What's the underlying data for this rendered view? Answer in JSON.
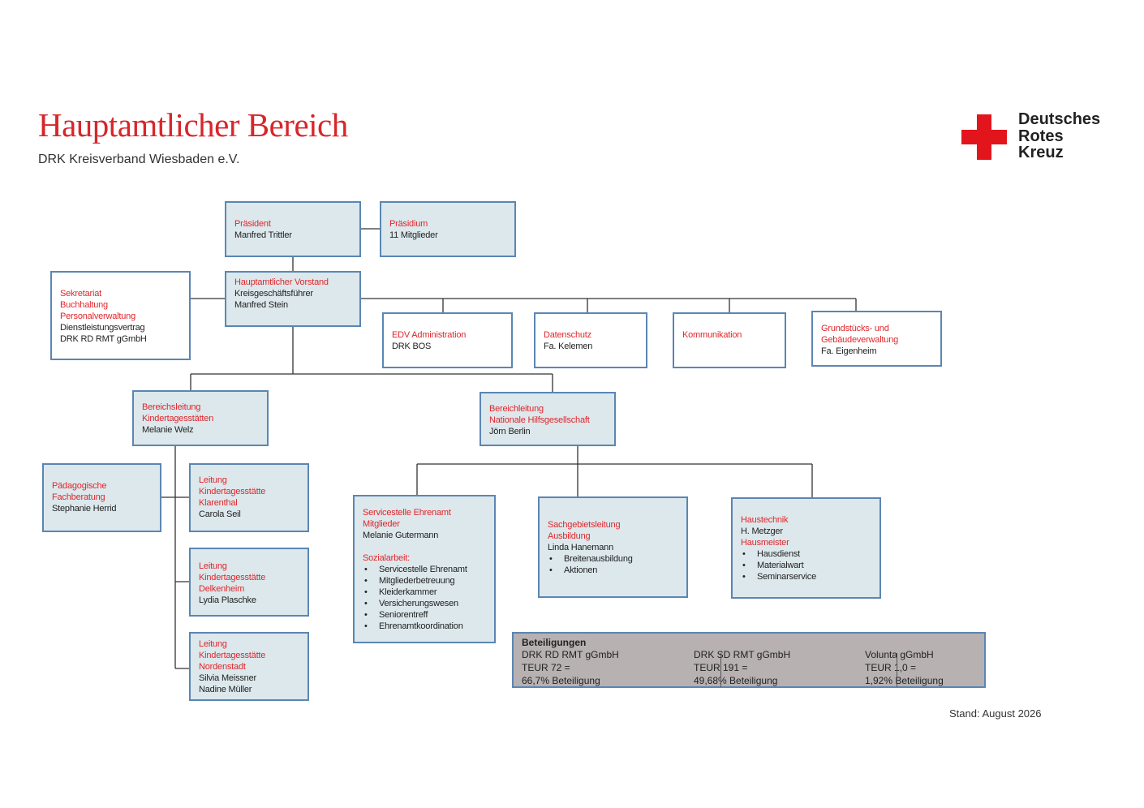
{
  "header": {
    "title": "Hauptamtlicher Bereich",
    "subtitle": "DRK Kreisverband Wiesbaden e.V."
  },
  "logo": {
    "line1": "Deutsches",
    "line2": "Rotes",
    "line3": "Kreuz",
    "color": "#e3151c"
  },
  "colors": {
    "box_fill": "#dce8ec",
    "box_border": "#5b86b3",
    "label_red": "#e0262b",
    "beteiligungen_fill": "#b7b1b1"
  },
  "boxes": {
    "praesident": {
      "role": "Präsident",
      "name": "Manfred Trittler"
    },
    "praesidium": {
      "role": "Präsidium",
      "name": "11 Mitglieder"
    },
    "vorstand": {
      "role": "Hauptamtlicher Vorstand",
      "line1": "Kreisgeschäftsführer",
      "line2": "Manfred Stein"
    },
    "sekretariat": {
      "role1": "Sekretariat",
      "role2": "Buchhaltung",
      "role3": "Personalverwaltung",
      "line1": "Dienstleistungsvertrag",
      "line2": "DRK RD RMT gGmbH"
    },
    "edv": {
      "role": "EDV Administration",
      "name": "DRK BOS"
    },
    "datenschutz": {
      "role": "Datenschutz",
      "name": "Fa. Kelemen"
    },
    "kommunikation": {
      "role": "Kommunikation"
    },
    "grundstuecke": {
      "role1": "Grundstücks- und",
      "role2": "Gebäudeverwaltung",
      "name": "Fa. Eigenheim"
    },
    "kita_leitung": {
      "role1": "Bereichsleitung",
      "role2": "Kindertagesstätten",
      "name": "Melanie Welz"
    },
    "nhg_leitung": {
      "role1": "Bereichleitung",
      "role2": "Nationale Hilfsgesellschaft",
      "name": "Jörn Berlin"
    },
    "paed": {
      "role1": "Pädagogische",
      "role2": "Fachberatung",
      "name": "Stephanie Herrid"
    },
    "kita_klarenthal": {
      "role1": "Leitung",
      "role2": "Kindertagesstätte",
      "role3": "Klarenthal",
      "name": "Carola Seil"
    },
    "kita_delkenheim": {
      "role1": "Leitung",
      "role2": "Kindertagesstätte",
      "role3": "Delkenheim",
      "name": "Lydia Plaschke"
    },
    "kita_nordenstadt": {
      "role1": "Leitung",
      "role2": "Kindertagesstätte",
      "role3": "Nordenstadt",
      "name1": "Silvia Meissner",
      "name2": "Nadine Müller"
    },
    "ehrenamt": {
      "role1": "Servicestelle Ehrenamt",
      "role2": "Mitglieder",
      "name": "Melanie Gutermann",
      "role3": "Sozialarbeit:",
      "items": [
        "Servicestelle Ehrenamt",
        "Mitgliederbetreuung",
        "Kleiderkammer",
        "Versicherungswesen",
        "Seniorentreff",
        "Ehrenamtkoordination"
      ]
    },
    "ausbildung": {
      "role1": "Sachgebietsleitung",
      "role2": "Ausbildung",
      "name": "Linda Hanemann",
      "items": [
        "Breitenausbildung",
        "Aktionen"
      ]
    },
    "haustechnik": {
      "role1": "Haustechnik",
      "name": "H. Metzger",
      "role2": "Hausmeister",
      "items": [
        "Hausdienst",
        "Materialwart",
        "Seminarservice"
      ]
    }
  },
  "beteiligungen": {
    "title": "Beteiligungen",
    "cols": [
      {
        "name": "DRK RD RMT gGmbH",
        "teur": "TEUR 72 =",
        "share": "66,7% Beteiligung"
      },
      {
        "name": "DRK SD RMT gGmbH",
        "teur": "TEUR 191 =",
        "share": "49,68% Beteiligung"
      },
      {
        "name": "Volunta gGmbH",
        "teur": "TEUR 1,0 =",
        "share": "1,92% Beteiligung"
      }
    ]
  },
  "footer": {
    "stand": "Stand: August 2026"
  }
}
